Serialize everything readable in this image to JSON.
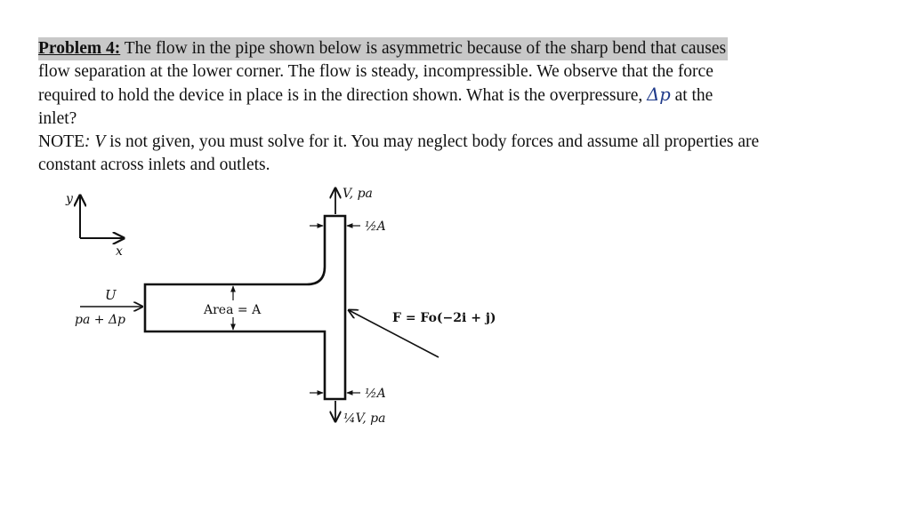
{
  "problem": {
    "label": "Problem 4:",
    "line1_rest": " The flow in the pipe shown below is asymmetric because of the sharp bend that causes",
    "line2": "flow separation at the lower corner. The flow is steady, incompressible.  We observe that the force",
    "line3_pre": "required to hold the device in place is in the direction shown. What is the overpressure, ",
    "line3_math": "Δp",
    "line3_post": " at the",
    "line4": "inlet?",
    "note_label": "NOTE",
    "note_colon": ":",
    "note_var": "V",
    "note_rest": " is not given, you must solve for it. You may neglect body forces and assume all properties are",
    "note_line2": "constant across inlets and outlets."
  },
  "diagram": {
    "axes": {
      "y_label": "y",
      "x_label": "x"
    },
    "inlet": {
      "velocity_label": "U",
      "pressure_label": "pa + Δp",
      "area_label": "Area = A"
    },
    "top_outlet": {
      "flow_label": "V, pa",
      "area_label": "½A"
    },
    "bottom_outlet": {
      "flow_label": "¼V, pa",
      "area_label": "½A"
    },
    "force": {
      "label": "F = Fo(−2i + j)"
    }
  }
}
